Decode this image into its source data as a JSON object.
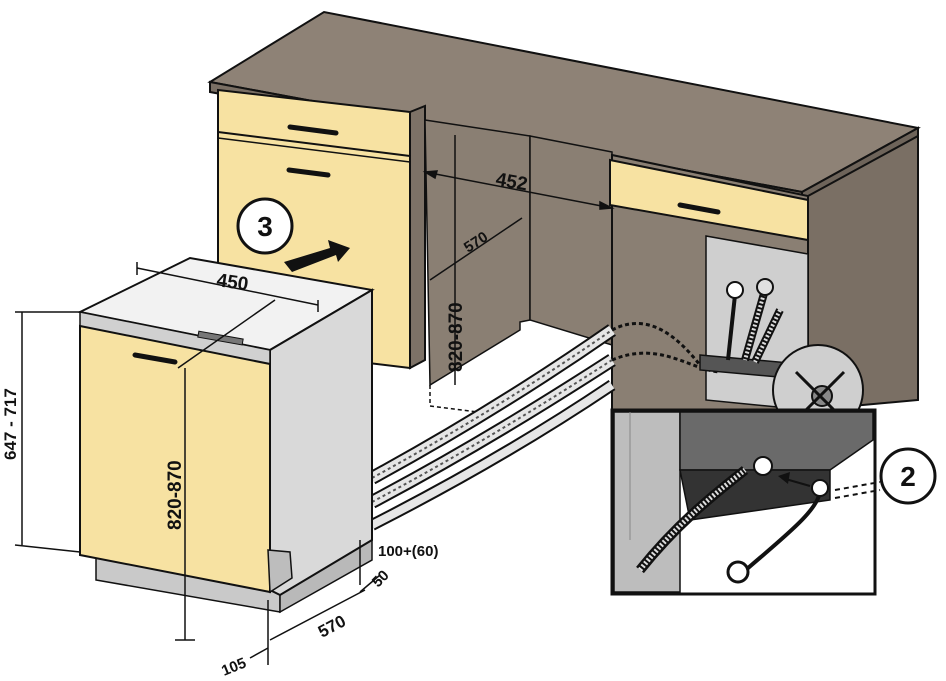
{
  "dimensions": {
    "cabinet_gap_width": "452",
    "cabinet_depth": "570",
    "cabinet_height": "820-870",
    "appliance_width": "450",
    "appliance_body_height": "647 - 717",
    "appliance_total_height": "820-870",
    "plinth_height": "100+(60)",
    "plinth_offset": "50",
    "appliance_depth": "570",
    "appliance_front_offset": "105"
  },
  "steps": {
    "push_in": "3",
    "connect_water": "2"
  },
  "colors": {
    "countertop": "#8e8276",
    "cabinet_side": "#8a7f73",
    "cabinet_front": "#f7e2a2",
    "appliance_panel": "#f7e2a2",
    "appliance_body": "#d9d9d9",
    "floor_hint": "#c9c9c9",
    "outline": "#111111"
  },
  "icons": [
    "push-arrow-icon",
    "no-leak-icon",
    "water-hose-icon",
    "drain-hose-icon"
  ]
}
